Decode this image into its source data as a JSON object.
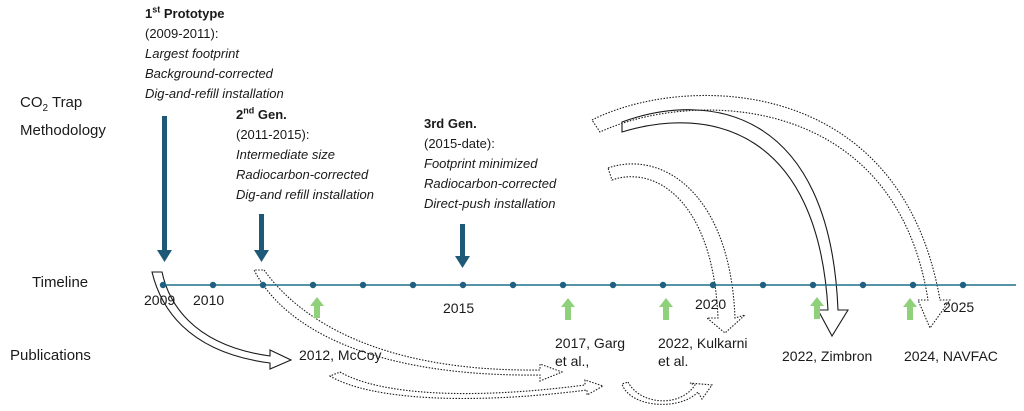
{
  "row_labels": {
    "methodology_line1_prefix": "CO",
    "methodology_line1_sub": "2",
    "methodology_line1_suffix": " Trap",
    "methodology_line2": "Methodology",
    "timeline": "Timeline",
    "publications": "Publications"
  },
  "generations": {
    "first": {
      "num": "1",
      "sup": "st",
      "name": " Prototype",
      "years": "(2009-2011):",
      "details": [
        "Largest footprint",
        "Background-corrected",
        "Dig-and-refill installation"
      ]
    },
    "second": {
      "title": "2nd Gen.",
      "num": "2",
      "sup": "nd",
      "name": " Gen.",
      "years": "(2011-2015):",
      "details": [
        "Intermediate size",
        "Radiocarbon-corrected",
        "Dig-and refill installation"
      ]
    },
    "third": {
      "title": "3rd Gen.",
      "years": "(2015-date):",
      "details": [
        "Footprint minimized",
        "Radiocarbon-corrected",
        "Direct-push installation"
      ]
    }
  },
  "years": {
    "y2009": "2009",
    "y2010": "2010",
    "y2015": "2015",
    "y2020": "2020",
    "y2025": "2025"
  },
  "publications": {
    "mccoy": "2012, McCoy",
    "garg_1": "2017, Garg",
    "garg_2": "et al.,",
    "kulkarni_1": "2022, Kulkarni",
    "kulkarni_2": "et al.",
    "zimbron": "2022, Zimbron",
    "navfac": "2024, NAVFAC"
  },
  "colors": {
    "timeline": "#1f6f8b",
    "dots": "#1f5f82",
    "method_arrow": "#1e5a78",
    "pub_arrow": "#8fd17b",
    "curve_outline": "#1a1a1a"
  }
}
